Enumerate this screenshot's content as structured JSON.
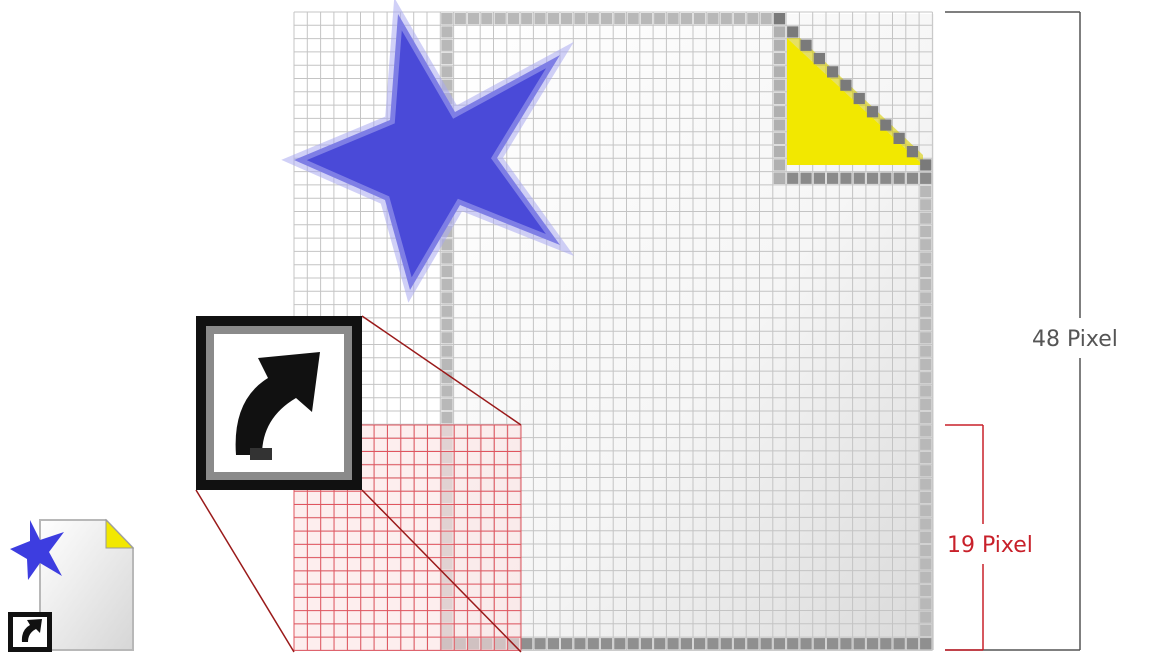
{
  "labels": {
    "total_size": "48 Pixel",
    "overlay_size": "19 Pixel"
  },
  "colors": {
    "grid_line": "#c4c4c4",
    "overlay_grid": "#e0555f",
    "star_fill": "#4a4ad8",
    "corner_fold": "#f2e800",
    "page_border": "#b8b8b8",
    "bracket_gray": "#555555",
    "bracket_red": "#c8202a",
    "shortcut_frame": "#111111"
  },
  "icons": {
    "large": "document-with-star-and-shortcut-overlay",
    "small": "document-with-star-and-shortcut-overlay-small",
    "zoom": "shortcut-arrow-icon"
  }
}
